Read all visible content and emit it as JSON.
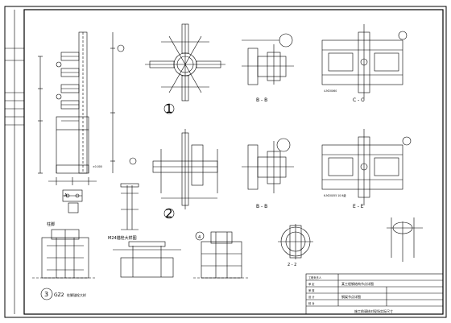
{
  "labels": {
    "view_bb_top": "B - B",
    "view_cc": "C - C",
    "view_bb_bottom": "B - B",
    "view_ee": "E - E",
    "view_22": "2 - 2",
    "detail_1": "1",
    "detail_2": "2",
    "detail_3": "3",
    "detail_3_text": "GZ2",
    "detail_3_suffix": "柱脚锚栓大样",
    "detail_4": "4",
    "detail_a": "A",
    "bolt_detail_title": "M24锚栓大样图",
    "base_plate_title": "柱脚",
    "elev_0000": "±0.000",
    "bolt_spec": "4-M20X60",
    "weld_note": "6-M20X55 10.9级"
  },
  "title_block": {
    "drawing_title": "某工程钢结构节点详图",
    "rows": [
      "工程负责人",
      "审 定",
      "审 核",
      "设 计",
      "校 对"
    ],
    "drawing_name": "钢架节点详图",
    "footer_note": "施工前请核对现场实际尺寸"
  },
  "colors": {
    "ink": "#000000",
    "paper": "#ffffff"
  }
}
